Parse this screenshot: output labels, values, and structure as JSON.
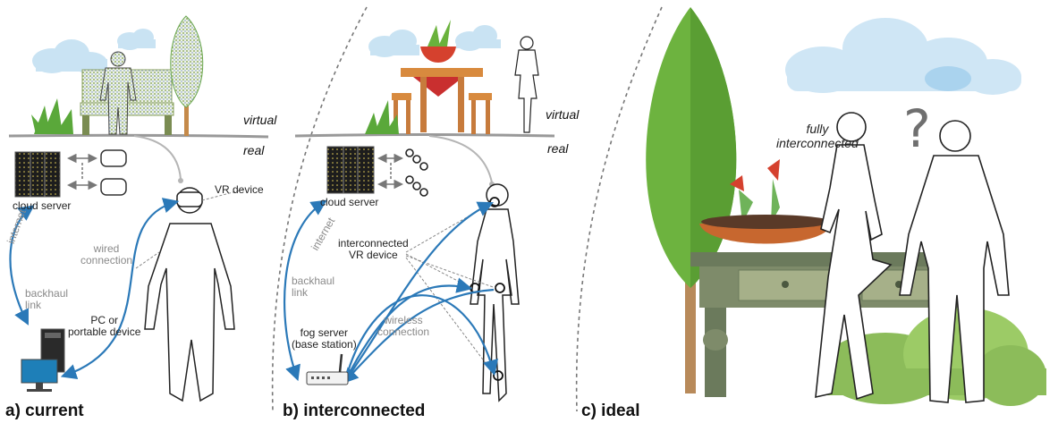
{
  "panels": {
    "current": {
      "caption": "a) current",
      "virtual": "virtual",
      "real": "real",
      "cloud_server": "cloud server",
      "vr_device": "VR device",
      "internet": "internet",
      "wired_connection": "wired\nconnection",
      "backhaul_link": "backhaul\nlink",
      "pc_device": "PC or\nportable device"
    },
    "interconnected": {
      "caption": "b) interconnected",
      "virtual": "virtual",
      "real": "real",
      "cloud_server": "cloud server",
      "internet": "internet",
      "interconnected_vr_device": "interconnected\nVR device",
      "backhaul_link": "backhaul\nlink",
      "wireless_connection": "wireless\nconnection",
      "fog_server": "fog server\n(base station)"
    },
    "ideal": {
      "caption": "c) ideal",
      "fully_interconnected": "fully\ninterconnected",
      "question_mark": "?"
    }
  },
  "colors": {
    "link_blue": "#2b79b8",
    "tree_green": "#6db33f",
    "cloud_blue": "#c9e3f3",
    "pot_orange": "#c7672f",
    "table_green": "#6b7a5c",
    "wood": "#c77b3c"
  }
}
